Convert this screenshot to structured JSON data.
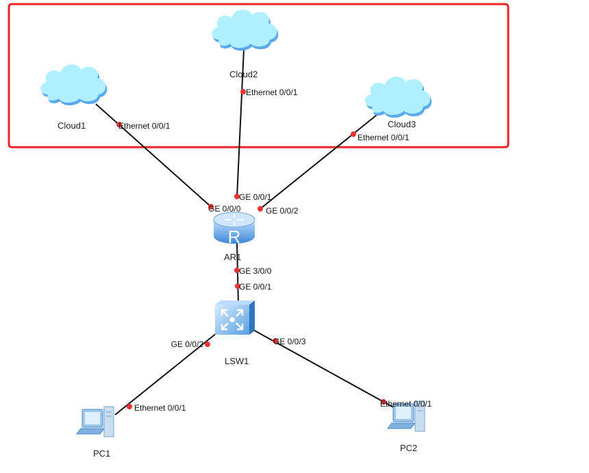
{
  "devices": {
    "cloud1": "Cloud1",
    "cloud2": "Cloud2",
    "cloud3": "Cloud3",
    "router": "AR1",
    "switch": "LSW1",
    "pc1": "PC1",
    "pc2": "PC2"
  },
  "ports": {
    "cloud1_eth": "Ethernet 0/0/1",
    "cloud2_eth": "Ethernet 0/0/1",
    "cloud3_eth": "Ethernet 0/0/1",
    "ar1_ge000": "GE 0/0/0",
    "ar1_ge001": "GE 0/0/1",
    "ar1_ge002": "GE 0/0/2",
    "ar1_ge300": "GE 3/0/0",
    "lsw1_ge001": "GE 0/0/1",
    "lsw1_ge002": "GE 0/0/2",
    "lsw1_ge003": "GE 0/0/3",
    "pc1_eth": "Ethernet 0/0/1",
    "pc2_eth": "Ethernet 0/0/1"
  },
  "colors": {
    "highlight_box": "#ee2222",
    "port_dot": "#ee3333",
    "cloud": "#aef0ff",
    "device": "#5aa0e0"
  }
}
